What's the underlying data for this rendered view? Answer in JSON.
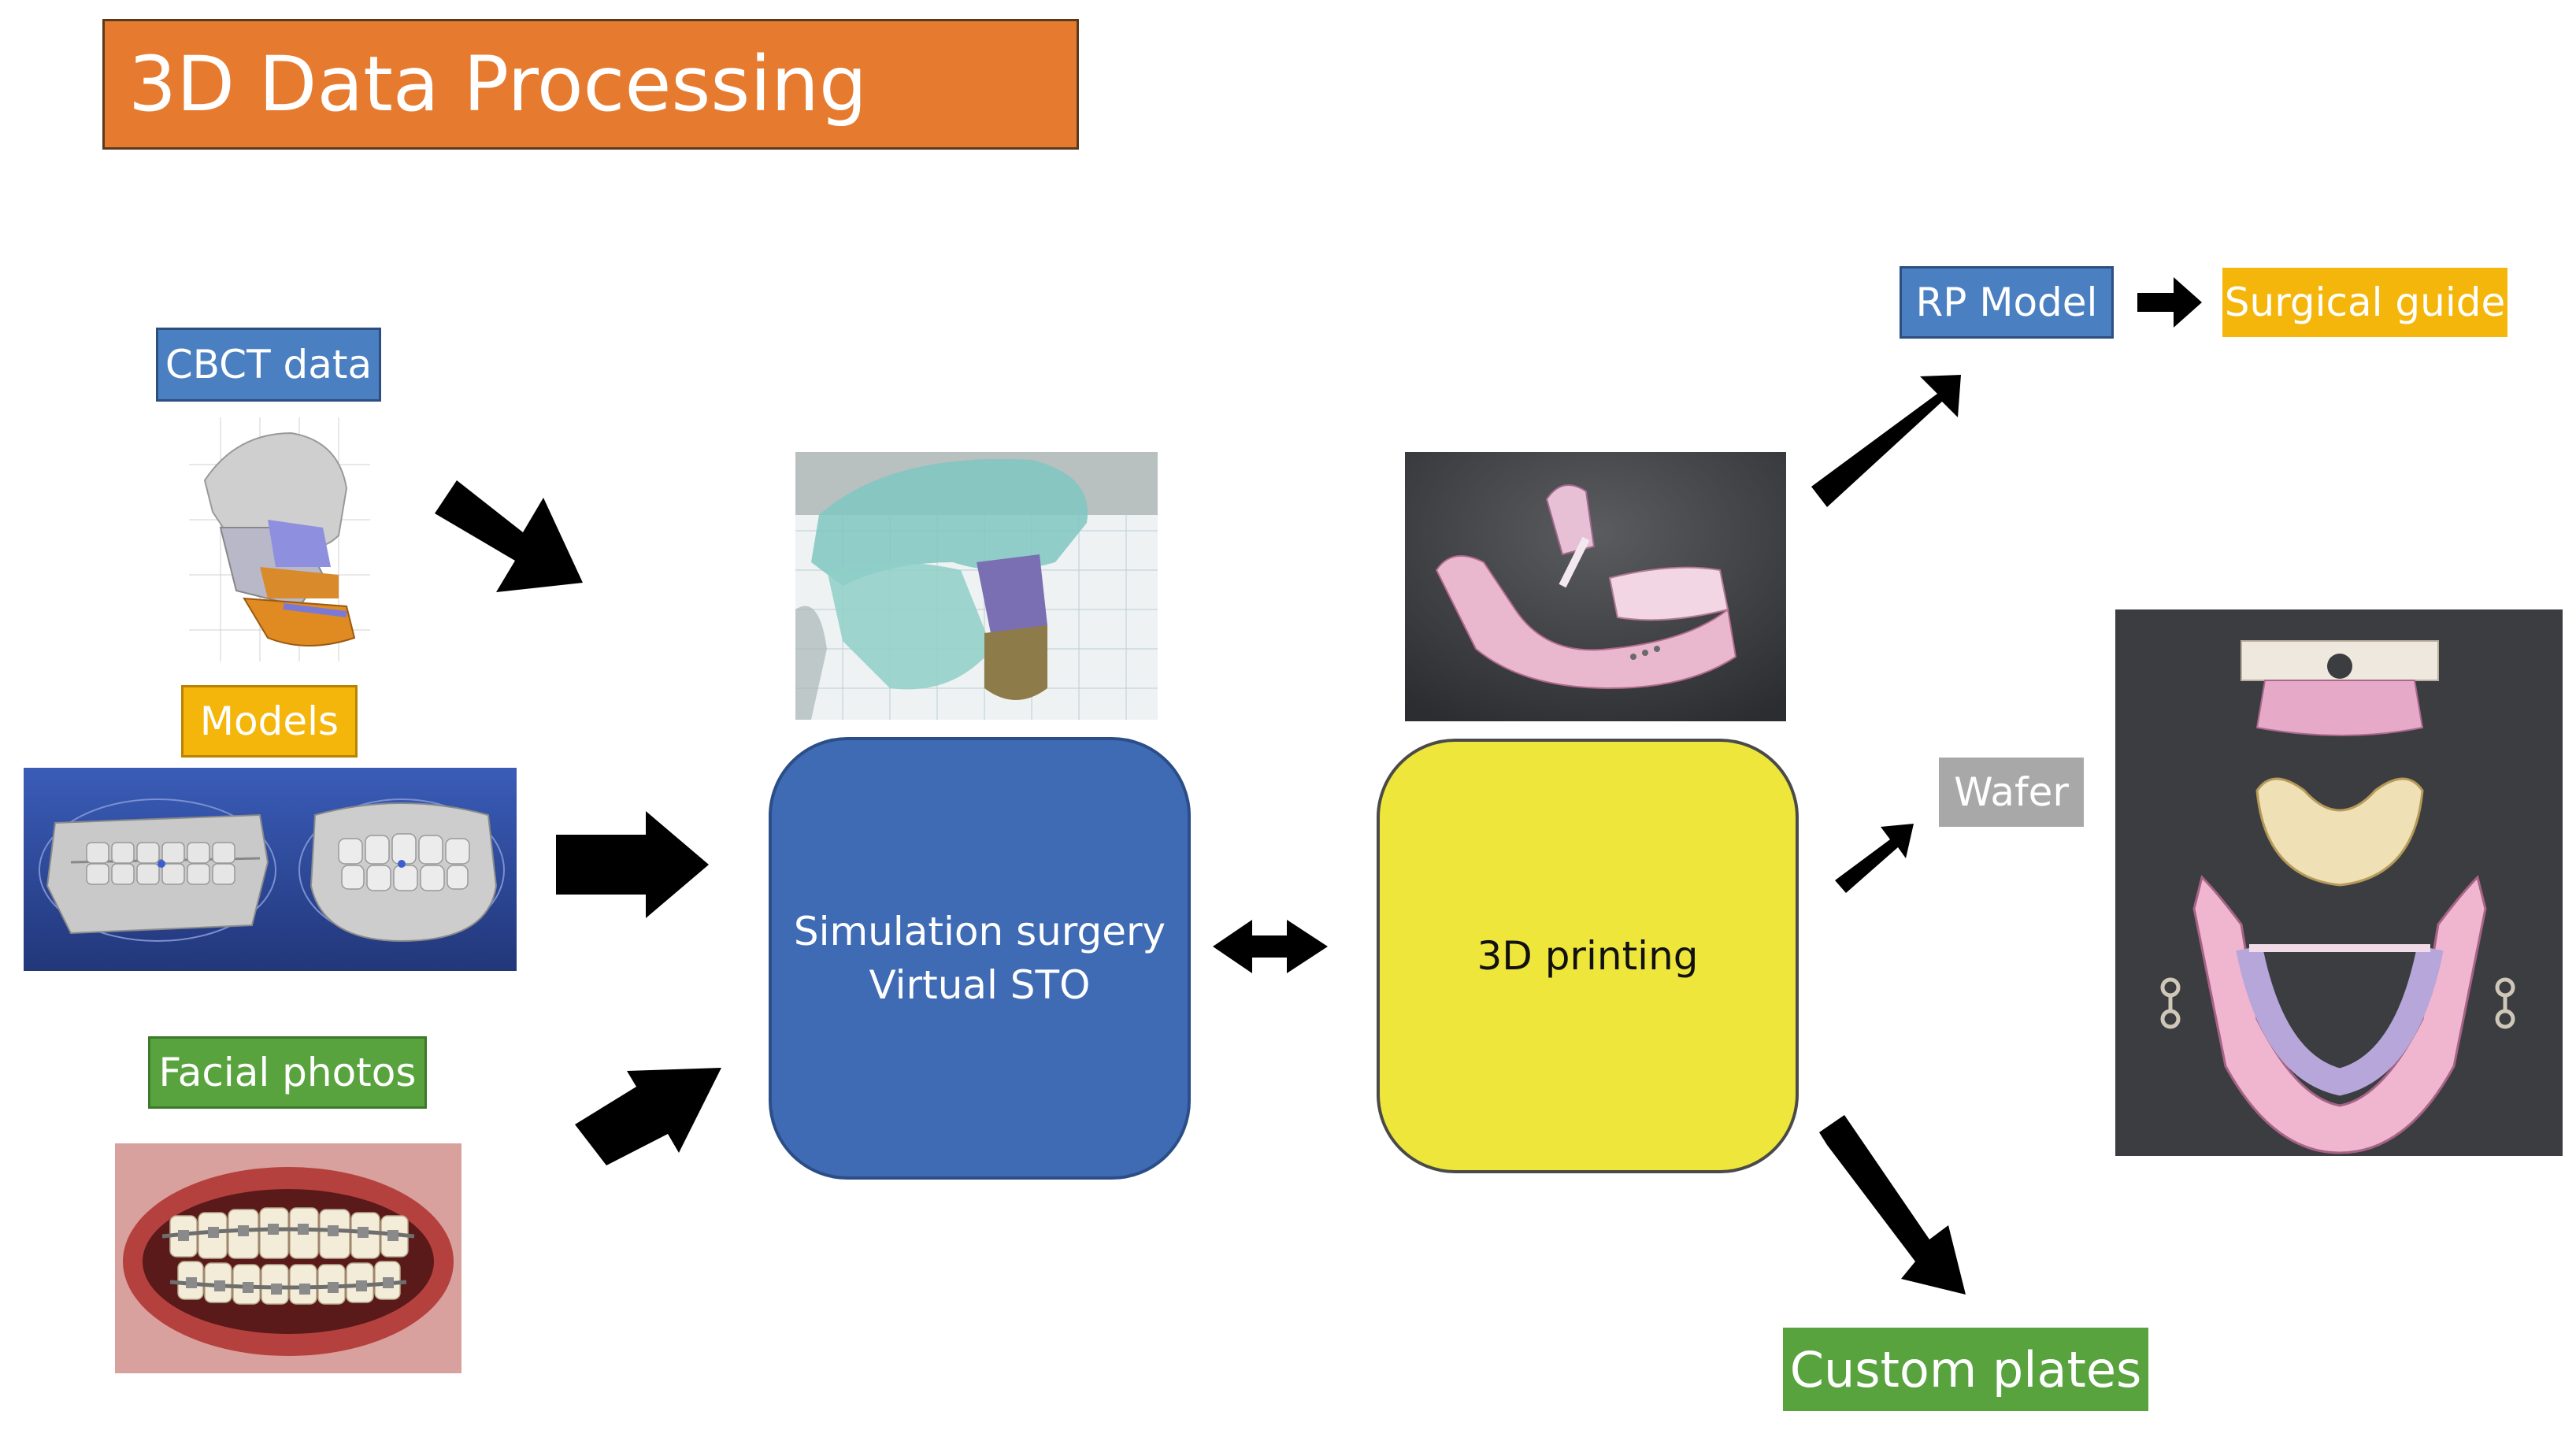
{
  "title": "3D Data Processing",
  "inputs": {
    "cbct_label": "CBCT data",
    "models_label": "Models",
    "facial_label": "Facial photos"
  },
  "process": {
    "simulation_line1": "Simulation surgery",
    "simulation_line2": "Virtual STO",
    "printing_label": "3D printing"
  },
  "outputs": {
    "rp_model_label": "RP Model",
    "surgical_guide_label": "Surgical guide",
    "wafer_label": "Wafer",
    "custom_plates_label": "Custom plates"
  },
  "colors": {
    "title_orange": "#e67b30",
    "label_blue": "#4a7fc1",
    "label_yellow": "#f5b60c",
    "label_green": "#59a33f",
    "label_gray": "#a8a8a8",
    "simulation_blue": "#3f6ab4",
    "printing_yellow": "#eee63a",
    "arrow_black": "#000000"
  }
}
